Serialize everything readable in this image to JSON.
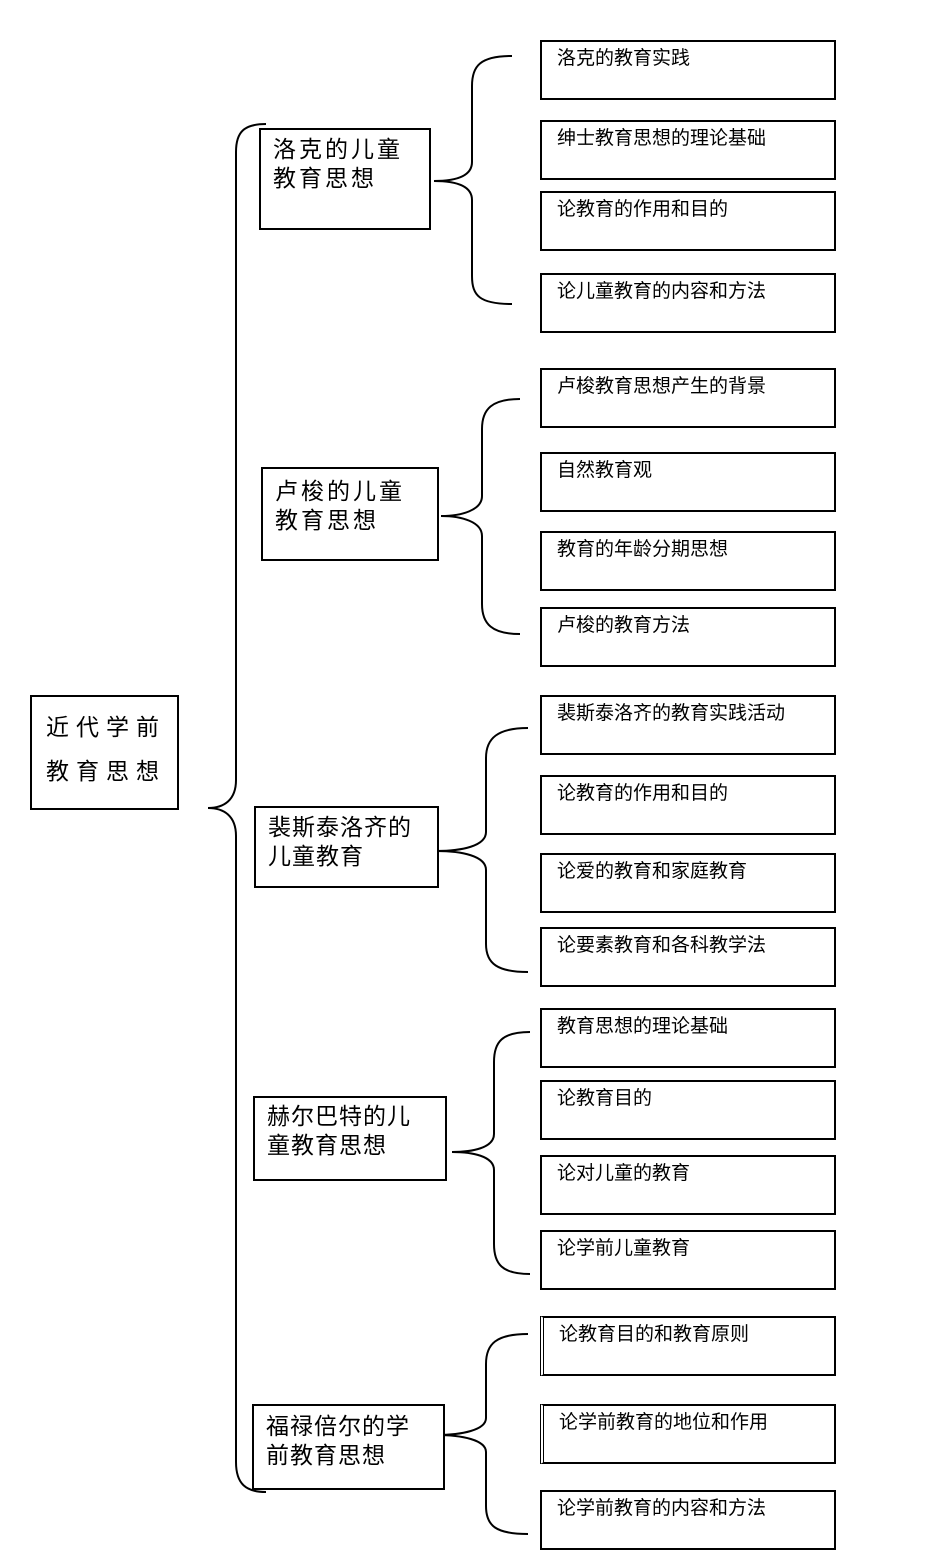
{
  "root": {
    "line1": "近代学前",
    "line2": "教育思想"
  },
  "sections": [
    {
      "title": [
        "洛克的儿童",
        "教育思想"
      ],
      "items": [
        "洛克的教育实践",
        "绅士教育思想的理论基础",
        "论教育的作用和目的",
        "论儿童教育的内容和方法"
      ]
    },
    {
      "title": [
        "卢梭的儿童",
        "教育思想"
      ],
      "items": [
        "卢梭教育思想产生的背景",
        "自然教育观",
        "教育的年龄分期思想",
        "卢梭的教育方法"
      ]
    },
    {
      "title": [
        "裴斯泰洛齐的",
        "儿童教育"
      ],
      "items": [
        "裴斯泰洛齐的教育实践活动",
        "论教育的作用和目的",
        "论爱的教育和家庭教育",
        "论要素教育和各科教学法"
      ]
    },
    {
      "title": [
        "赫尔巴特的儿",
        "童教育思想"
      ],
      "items": [
        "教育思想的理论基础",
        "论教育目的",
        "论对儿童的教育",
        "论学前儿童教育"
      ]
    },
    {
      "title": [
        "福禄倍尔的学",
        "前教育思想"
      ],
      "items": [
        "论教育目的和教育原则",
        "论学前教育的地位和作用",
        "论学前教育的内容和方法"
      ]
    }
  ]
}
